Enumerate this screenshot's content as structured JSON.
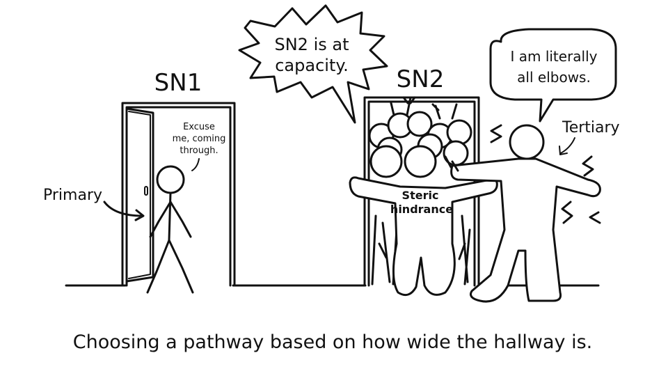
{
  "labels": {
    "sn1": "SN1",
    "sn2": "SN2",
    "primary": "Primary",
    "tertiary": "Tertiary",
    "steric_line1": "Steric",
    "steric_line2": "hindrance"
  },
  "bubbles": {
    "primary_speech": [
      "Excuse",
      "me, coming",
      "through."
    ],
    "sn2_shout": [
      "SN2 is at",
      "capacity."
    ],
    "tertiary_speech": [
      "I am literally",
      "all elbows."
    ]
  },
  "caption": "Choosing a pathway based on how wide the hallway is.",
  "colors": {
    "ink": "#111111",
    "paper": "#ffffff"
  }
}
